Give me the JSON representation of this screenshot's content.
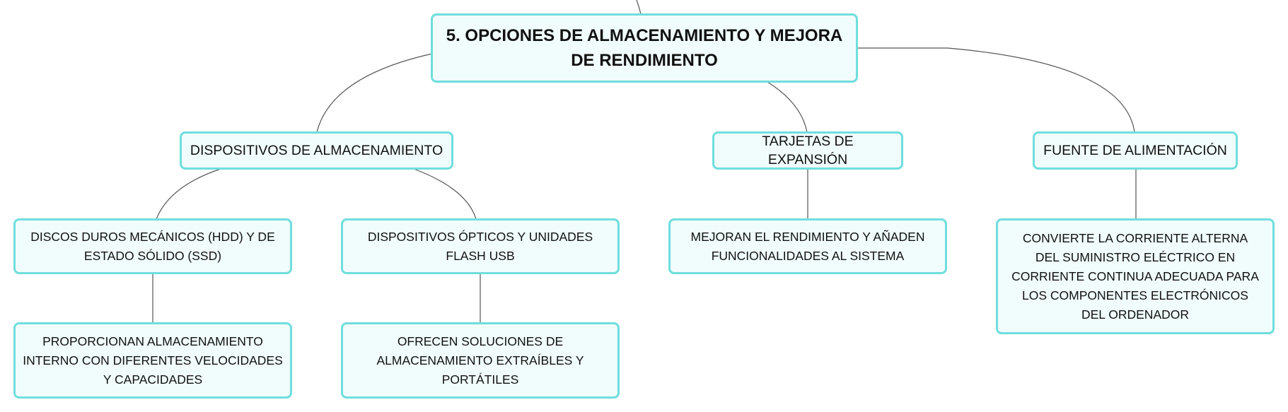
{
  "colors": {
    "node_border": "#6fdedd",
    "node_fill": "#f1fcfc",
    "connector": "#555555"
  },
  "root": {
    "label": "5. OPCIONES DE ALMACENAMIENTO Y MEJORA DE RENDIMIENTO"
  },
  "branches": {
    "storage": {
      "label": "DISPOSITIVOS DE ALMACENAMIENTO",
      "hdd_ssd": {
        "label": "DISCOS DUROS MECÁNICOS (HDD) Y DE ESTADO SÓLIDO (SSD)",
        "detail": "PROPORCIONAN ALMACENAMIENTO INTERNO CON DIFERENTES VELOCIDADES Y CAPACIDADES"
      },
      "optical_usb": {
        "label": "DISPOSITIVOS ÓPTICOS Y UNIDADES FLASH USB",
        "detail": "OFRECEN SOLUCIONES DE ALMACENAMIENTO EXTRAÍBLES Y PORTÁTILES"
      }
    },
    "expansion": {
      "label": "TARJETAS DE EXPANSIÓN",
      "detail": "MEJORAN EL RENDIMIENTO Y AÑADEN FUNCIONALIDADES AL SISTEMA"
    },
    "power": {
      "label": "FUENTE DE ALIMENTACIÓN",
      "detail": "CONVIERTE LA CORRIENTE ALTERNA DEL SUMINISTRO ELÉCTRICO EN CORRIENTE CONTINUA ADECUADA PARA LOS COMPONENTES ELECTRÓNICOS DEL ORDENADOR"
    }
  }
}
